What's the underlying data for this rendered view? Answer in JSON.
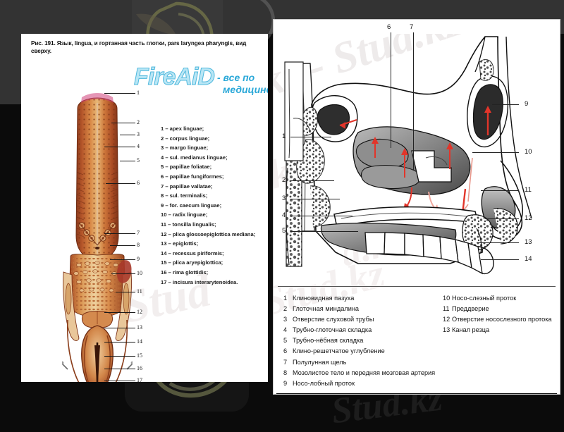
{
  "background": {
    "color": "#0b0b0b",
    "header_color": "#333333",
    "watermark_text": "Stud.kz",
    "watermark_text_alt": "kz - Stud.kz"
  },
  "left_panel": {
    "figure_caption": "Рис. 191. Язык, lingua, и гортанная часть глотки, pars laryngea pharyngis, вид сверху.",
    "logo": {
      "word": "FireAiD",
      "tagline_line1": "- все по",
      "tagline_line2": "медицине."
    },
    "callout_numbers": [
      "1",
      "2",
      "3",
      "4",
      "5",
      "6",
      "7",
      "8",
      "9",
      "10",
      "11",
      "12",
      "13",
      "14",
      "15",
      "16",
      "17"
    ],
    "legend": [
      "1 – apex linguae;",
      "2 – corpus linguae;",
      "3 – margo linguae;",
      "4 – sul. medianus linguae;",
      "5 – papillae foliatae;",
      "6 – papillae fungiformes;",
      "7 – papillae vallatae;",
      "8 – sul. terminalis;",
      "9 – for. caecum linguae;",
      "10 – radix linguae;",
      "11 – tonsilla lingualis;",
      "12 – plica glossoepiglottica mediana;",
      "13 – epiglottis;",
      "14 – recessus piriformis;",
      "15 – plica aryepiglottica;",
      "16 – rima glottidis;",
      "17 – incisura interarytenoidea."
    ]
  },
  "right_panel": {
    "callout_numbers": [
      "1",
      "2",
      "3",
      "4",
      "5",
      "6",
      "7",
      "9",
      "10",
      "11",
      "12",
      "13",
      "14"
    ],
    "legend_column_1": [
      {
        "n": "1",
        "label": "Клиновидная пазуха"
      },
      {
        "n": "2",
        "label": "Глоточная миндалина"
      },
      {
        "n": "3",
        "label": "Отверстие слуховой трубы"
      },
      {
        "n": "4",
        "label": "Трубно-глоточная складка"
      },
      {
        "n": "5",
        "label": "Трубно-нёбная складка"
      },
      {
        "n": "6",
        "label": "Клино-решетчатое углубление"
      },
      {
        "n": "7",
        "label": "Полулунная щель"
      },
      {
        "n": "8",
        "label": "Мозолистое тело и передняя мозговая артерия"
      },
      {
        "n": "9",
        "label": "Носо-лобный проток"
      }
    ],
    "legend_column_2": [
      {
        "n": "10",
        "label": "Носо-слезный проток"
      },
      {
        "n": "11",
        "label": "Преддверие"
      },
      {
        "n": "12",
        "label": "Отверстие носослезного протока"
      },
      {
        "n": "13",
        "label": "Канал резца"
      }
    ]
  }
}
